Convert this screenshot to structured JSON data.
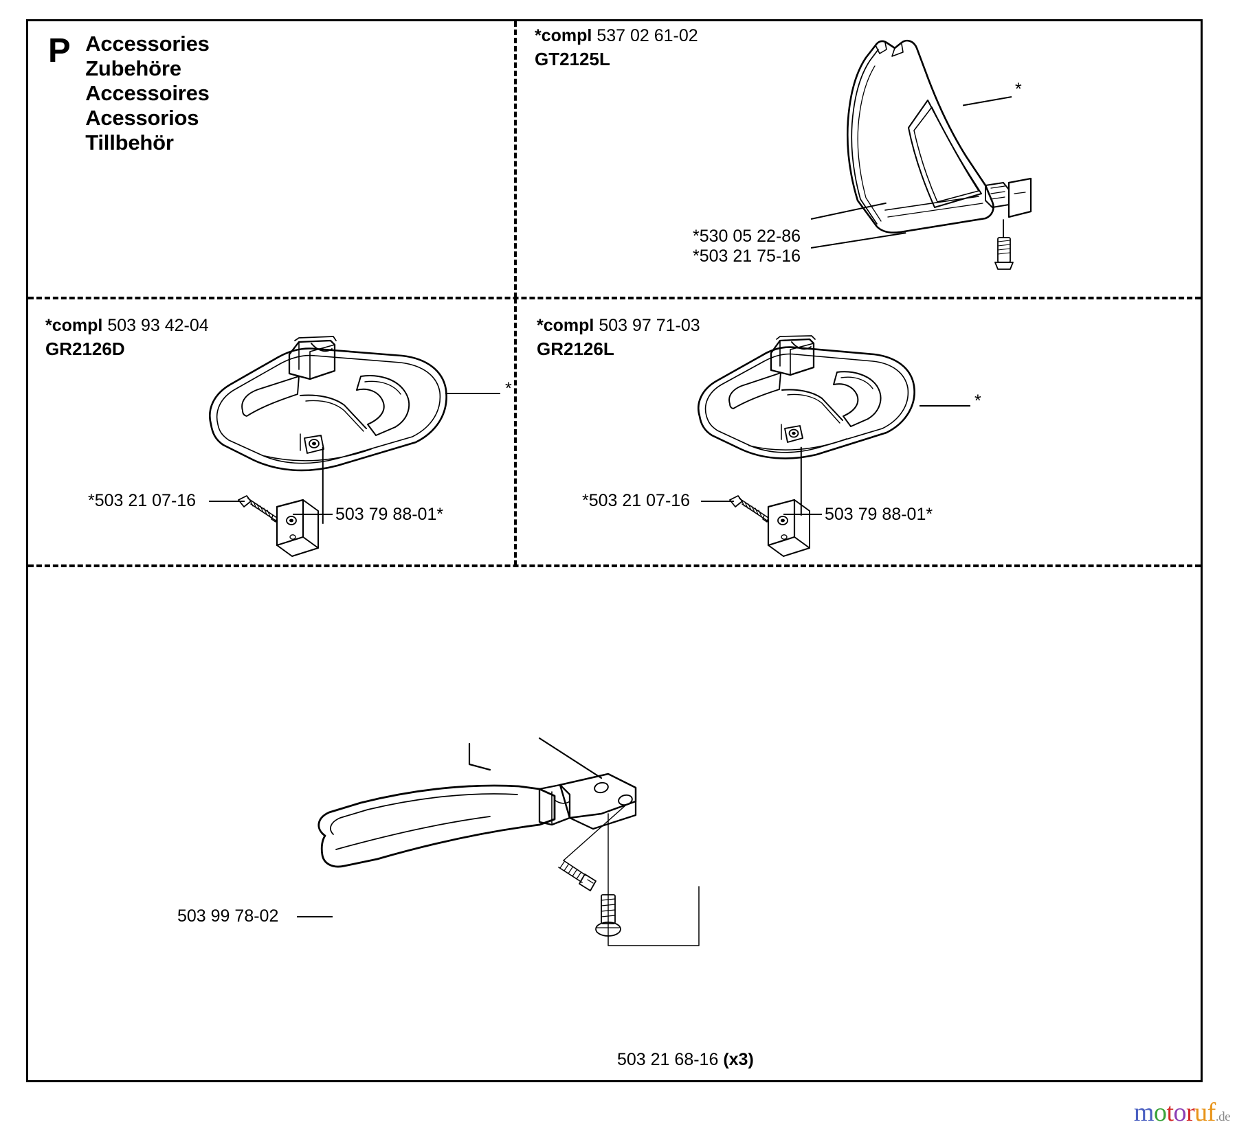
{
  "page": {
    "section_letter": "P",
    "titles": [
      "Accessories",
      "Zubehöre",
      "Accessoires",
      "Acessorios",
      "Tillbehör"
    ]
  },
  "panels": {
    "top_right": {
      "compl_label": "*compl",
      "compl_number": "537 02 61-02",
      "model": "GT2125L",
      "guard_star": "*",
      "callouts": [
        {
          "text": "*530 05 22-86"
        },
        {
          "text": "*503 21 75-16"
        }
      ]
    },
    "mid_left": {
      "compl_label": "*compl",
      "compl_number": "503 93 42-04",
      "model": "GR2126D",
      "guard_star": "*",
      "callouts": [
        {
          "text": "*503 21 07-16"
        },
        {
          "text": "503 79 88-01*"
        }
      ]
    },
    "mid_right": {
      "compl_label": "*compl",
      "compl_number": "503 97 71-03",
      "model": "GR2126L",
      "guard_star": "*",
      "callouts": [
        {
          "text": "*503 21 07-16"
        },
        {
          "text": "503 79 88-01*"
        }
      ]
    },
    "bottom": {
      "callouts": [
        {
          "text": "503 99 78-02"
        }
      ],
      "screw_callout_number": "503 21 68-16",
      "screw_callout_qty": "(x3)"
    }
  },
  "watermark": {
    "letters": [
      {
        "ch": "m",
        "color": "#4a5fc1"
      },
      {
        "ch": "o",
        "color": "#3aa33a"
      },
      {
        "ch": "t",
        "color": "#d42a2a"
      },
      {
        "ch": "o",
        "color": "#8b3fb5"
      },
      {
        "ch": "r",
        "color": "#d42a2a"
      },
      {
        "ch": "u",
        "color": "#e8941a"
      },
      {
        "ch": "f",
        "color": "#e8941a"
      }
    ],
    "suffix": ".de",
    "suffix_color": "#8a8a8a"
  }
}
